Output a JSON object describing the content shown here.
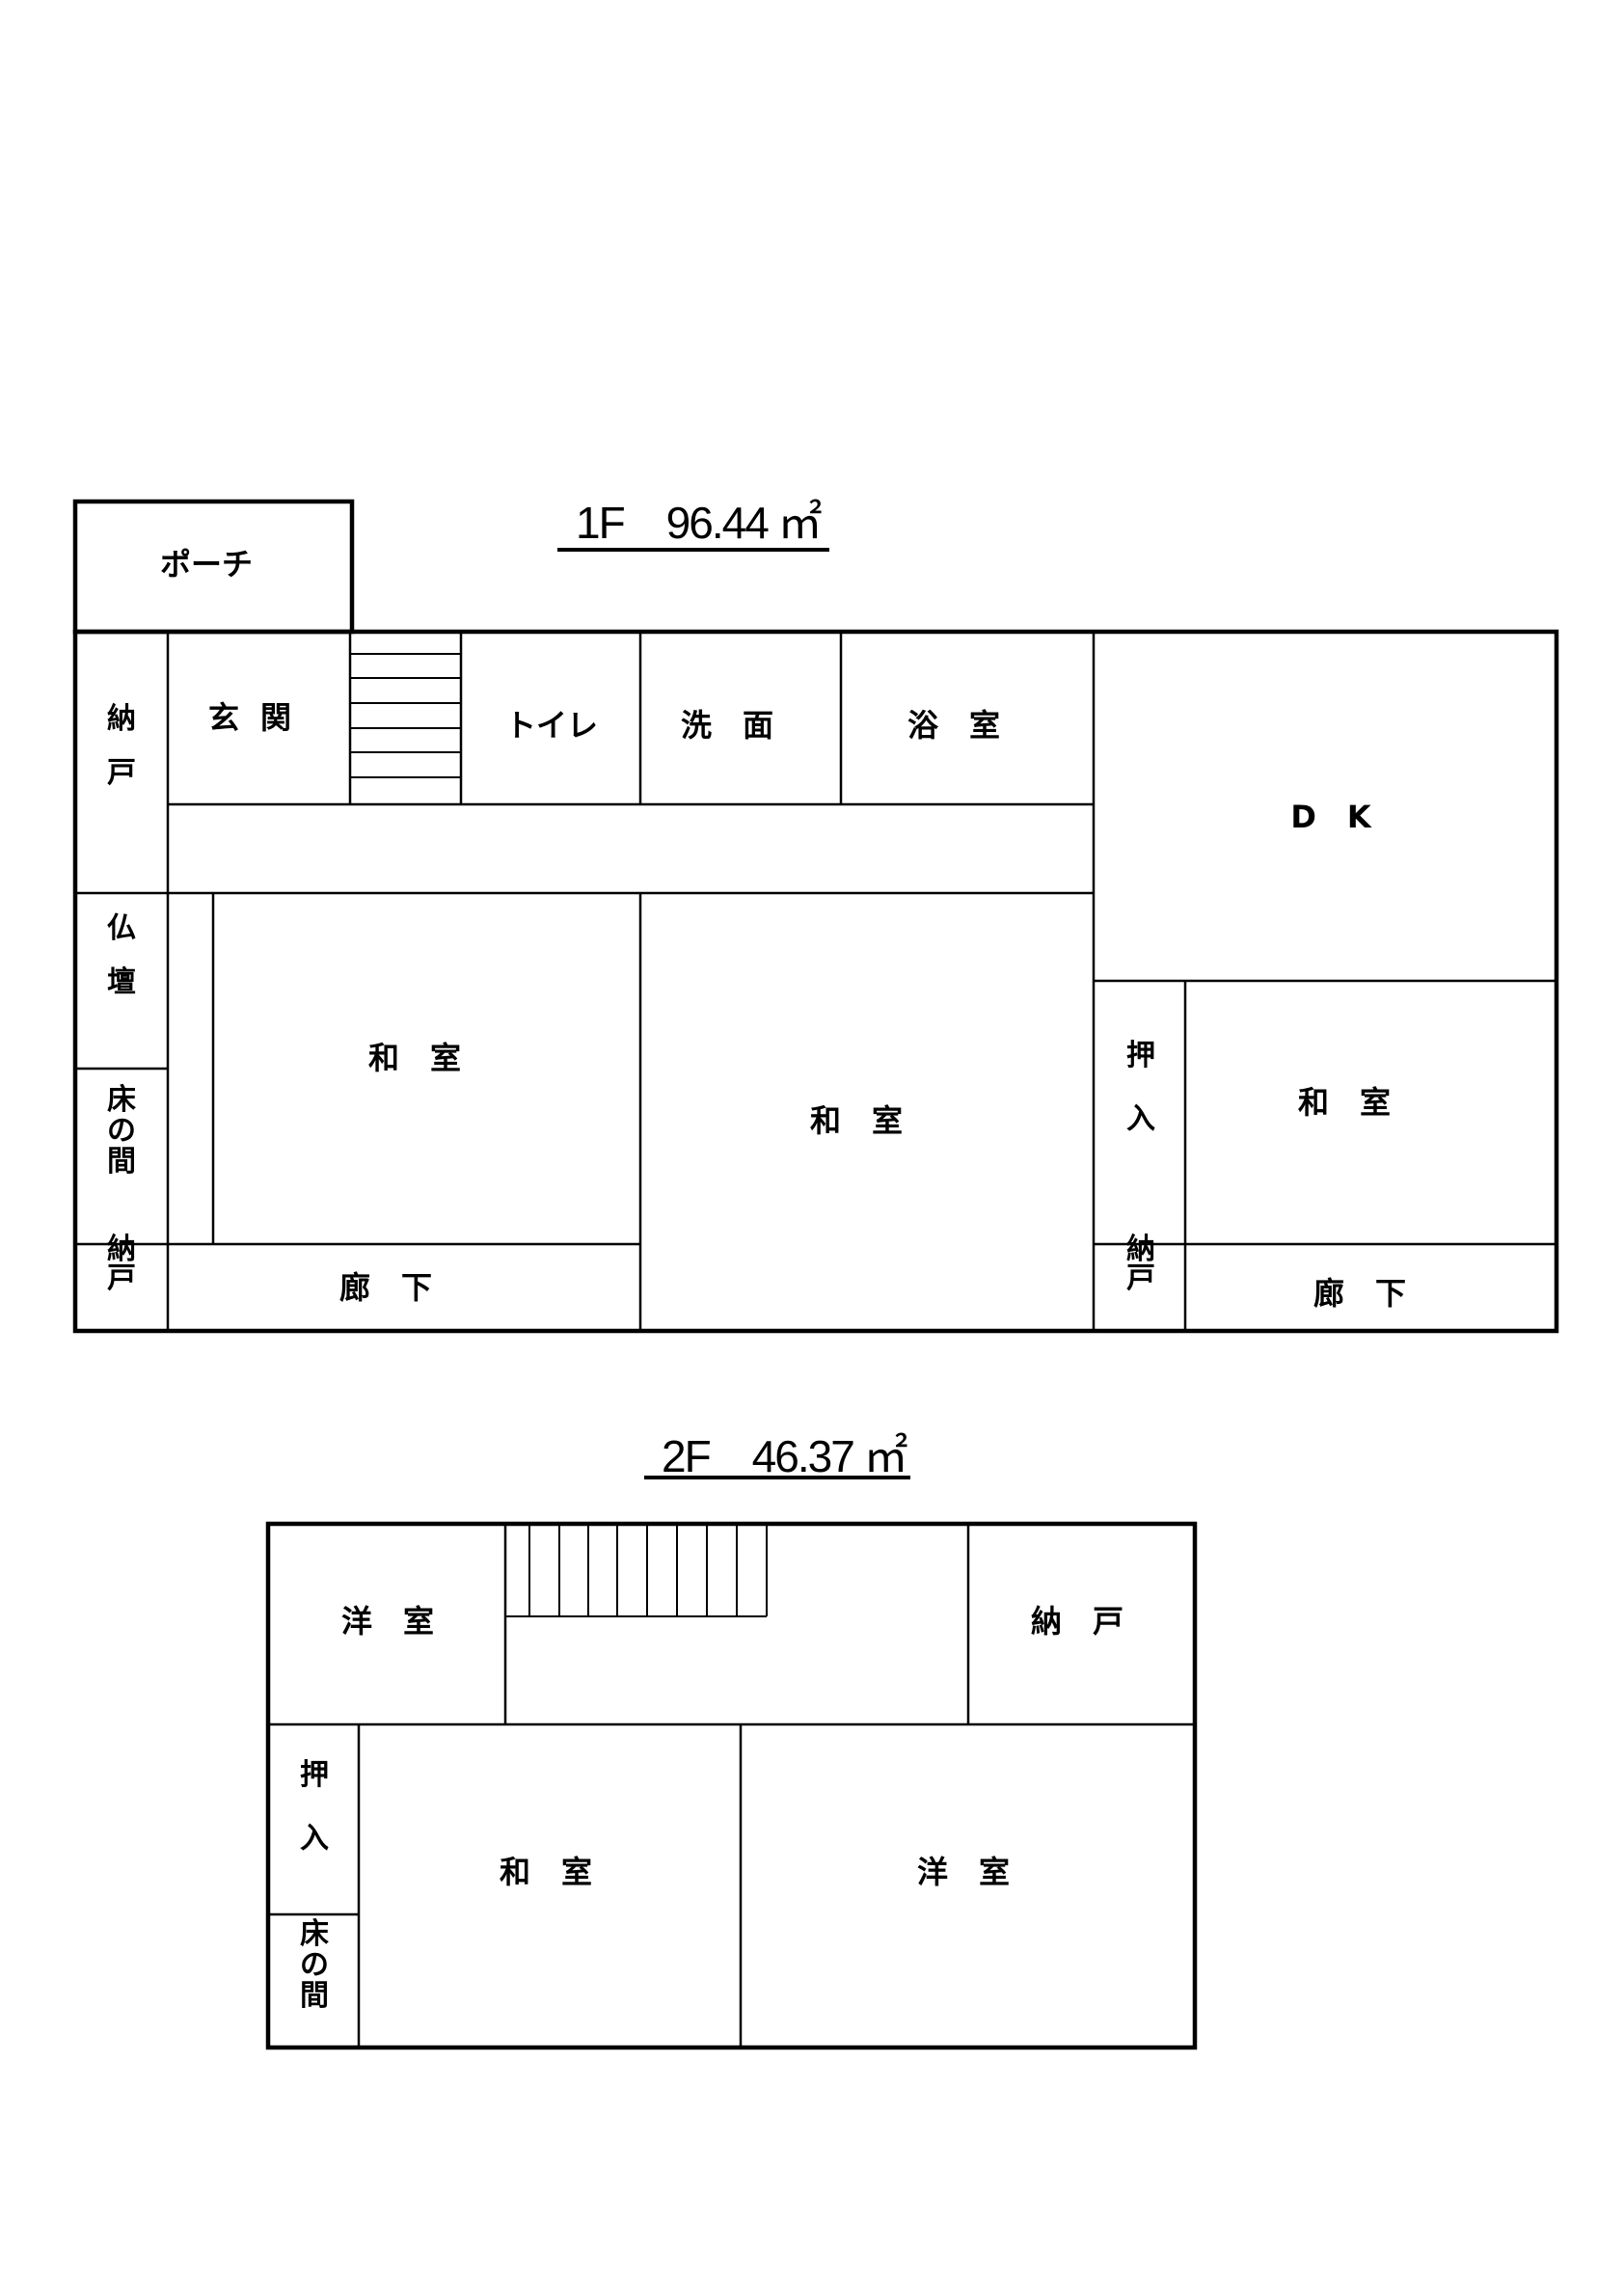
{
  "floor1": {
    "title": "1F　96.44 ㎡",
    "rooms": {
      "porch": "ポーチ",
      "storage_top_left": "納戸",
      "entrance": "玄関",
      "toilet": "トイレ",
      "washroom": "洗面",
      "bathroom": "浴室",
      "dk": "D　K",
      "butsudan": "仏壇",
      "tokonoma": "床の間",
      "washitsu_left": "和室",
      "washitsu_center": "和室",
      "oshiire": "押入",
      "washitsu_right": "和室",
      "storage_bottom_left": "納戸",
      "corridor_left": "廊　下",
      "storage_bottom_right": "納戸",
      "corridor_right": "廊　下"
    }
  },
  "floor2": {
    "title": "2F　46.37 ㎡",
    "rooms": {
      "youshitsu_top": "洋室",
      "storage": "納戸",
      "oshiire": "押入",
      "tokonoma": "床の間",
      "washitsu": "和室",
      "youshitsu_bottom": "洋室"
    }
  }
}
